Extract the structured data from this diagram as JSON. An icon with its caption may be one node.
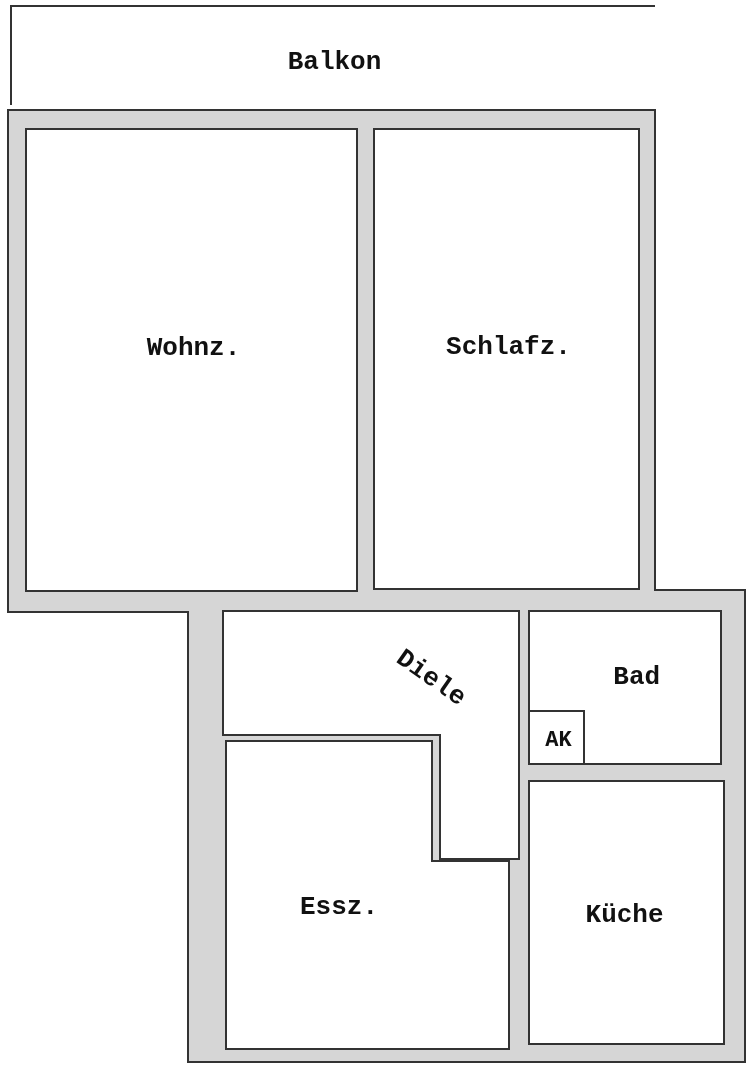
{
  "diagram": {
    "nodes": [
      {
        "text": [
          "Balkon"
        ]
      },
      {
        "text": [
          "Wohnz."
        ]
      },
      {
        "text": [
          "Schlafz."
        ]
      },
      {
        "text": [
          "Diele"
        ]
      },
      {
        "text": [
          "Bad"
        ]
      },
      {
        "text": [
          "AK"
        ],
        "in": 4
      },
      {
        "text": [
          "Essz."
        ]
      },
      {
        "text": [
          "Küche"
        ]
      }
    ]
  }
}
